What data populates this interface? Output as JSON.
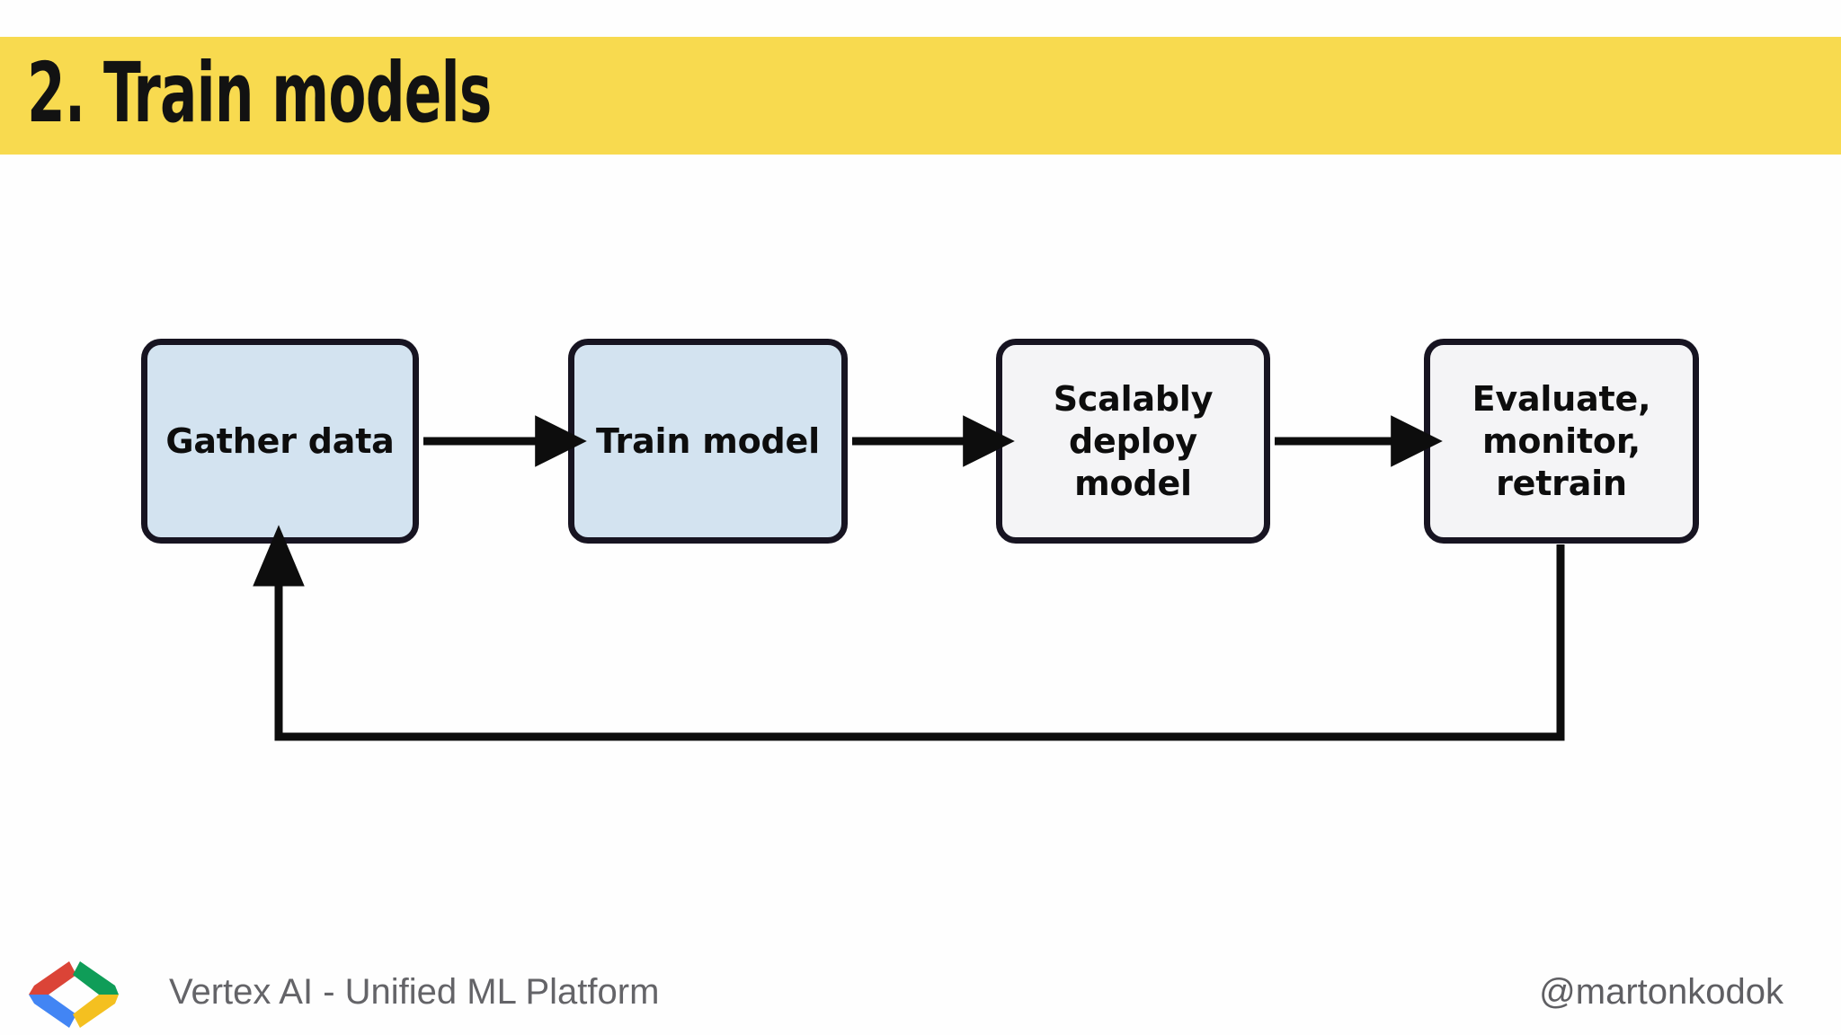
{
  "slide": {
    "title": "2. Train models",
    "banner_color": "#f8da4f",
    "background_color": "#ffffff"
  },
  "diagram": {
    "type": "flowchart",
    "orientation": "left-to-right",
    "boxes": [
      {
        "id": "gather-data",
        "label": "Gather data",
        "fill": "#d3e3f0",
        "border": "#171421"
      },
      {
        "id": "train-model",
        "label": "Train model",
        "fill": "#d3e3f0",
        "border": "#171421"
      },
      {
        "id": "deploy-model",
        "label": "Scalably\ndeploy\nmodel",
        "fill": "#f4f4f6",
        "border": "#171421"
      },
      {
        "id": "evaluate-loop",
        "label": "Evaluate,\nmonitor,\nretrain",
        "fill": "#f4f4f6",
        "border": "#171421"
      }
    ],
    "connectors": [
      {
        "from": "gather-data",
        "to": "train-model",
        "kind": "arrow-right"
      },
      {
        "from": "train-model",
        "to": "deploy-model",
        "kind": "arrow-right"
      },
      {
        "from": "deploy-model",
        "to": "evaluate-loop",
        "kind": "arrow-right"
      },
      {
        "from": "evaluate-loop",
        "to": "gather-data",
        "kind": "feedback-loop-arrow-up"
      }
    ]
  },
  "footer": {
    "logo_name": "google-developers-logo",
    "logo_colors": {
      "red": "#db4437",
      "blue": "#4285f4",
      "green": "#0f9d58",
      "yellow": "#f4c020"
    },
    "left_text": "Vertex AI - Unified ML Platform",
    "right_text": "@martonkodok",
    "text_color": "#646468"
  }
}
